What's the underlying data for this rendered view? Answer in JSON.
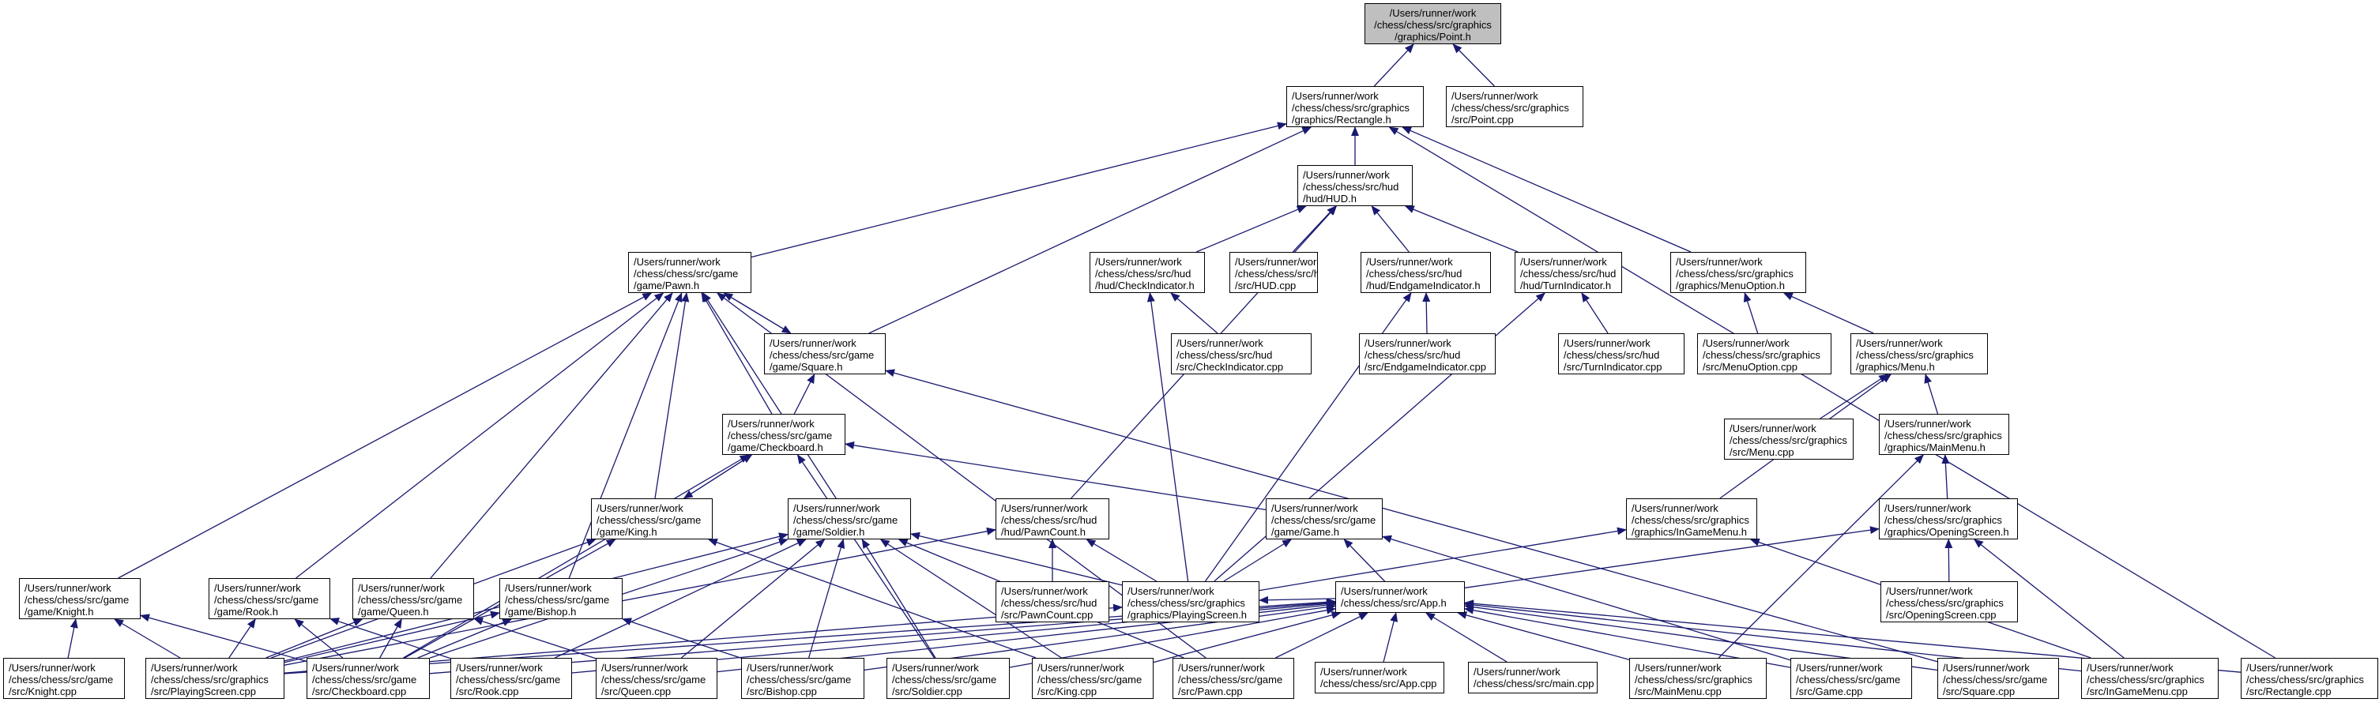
{
  "colors": {
    "edge": "#191970",
    "root_fill": "#bfbfbf",
    "node_border": "#000000"
  },
  "nodes": [
    {
      "id": "point_h",
      "lines": [
        "/Users/runner/work",
        "/chess/chess/src/graphics",
        "/graphics/Point.h"
      ],
      "root": true
    },
    {
      "id": "rect_h",
      "lines": [
        "/Users/runner/work",
        "/chess/chess/src/graphics",
        "/graphics/Rectangle.h"
      ]
    },
    {
      "id": "point_cpp",
      "lines": [
        "/Users/runner/work",
        "/chess/chess/src/graphics",
        "/src/Point.cpp"
      ]
    },
    {
      "id": "hud_h",
      "lines": [
        "/Users/runner/work",
        "/chess/chess/src/hud",
        "/hud/HUD.h"
      ]
    },
    {
      "id": "pawn_h",
      "lines": [
        "/Users/runner/work",
        "/chess/chess/src/game",
        "/game/Pawn.h"
      ]
    },
    {
      "id": "checkind_h",
      "lines": [
        "/Users/runner/work",
        "/chess/chess/src/hud",
        "/hud/CheckIndicator.h"
      ]
    },
    {
      "id": "hud_cpp",
      "lines": [
        "/Users/runner/work",
        "/chess/chess/src/hud",
        "/src/HUD.cpp"
      ]
    },
    {
      "id": "endgame_h",
      "lines": [
        "/Users/runner/work",
        "/chess/chess/src/hud",
        "/hud/EndgameIndicator.h"
      ]
    },
    {
      "id": "turnind_h",
      "lines": [
        "/Users/runner/work",
        "/chess/chess/src/hud",
        "/hud/TurnIndicator.h"
      ]
    },
    {
      "id": "menuopt_h",
      "lines": [
        "/Users/runner/work",
        "/chess/chess/src/graphics",
        "/graphics/MenuOption.h"
      ]
    },
    {
      "id": "square_h",
      "lines": [
        "/Users/runner/work",
        "/chess/chess/src/game",
        "/game/Square.h"
      ]
    },
    {
      "id": "checkind_cpp",
      "lines": [
        "/Users/runner/work",
        "/chess/chess/src/hud",
        "/src/CheckIndicator.cpp"
      ]
    },
    {
      "id": "endgame_cpp",
      "lines": [
        "/Users/runner/work",
        "/chess/chess/src/hud",
        "/src/EndgameIndicator.cpp"
      ]
    },
    {
      "id": "turnind_cpp",
      "lines": [
        "/Users/runner/work",
        "/chess/chess/src/hud",
        "/src/TurnIndicator.cpp"
      ]
    },
    {
      "id": "menuopt_cpp",
      "lines": [
        "/Users/runner/work",
        "/chess/chess/src/graphics",
        "/src/MenuOption.cpp"
      ]
    },
    {
      "id": "menu_h",
      "lines": [
        "/Users/runner/work",
        "/chess/chess/src/graphics",
        "/graphics/Menu.h"
      ]
    },
    {
      "id": "checkboard_h",
      "lines": [
        "/Users/runner/work",
        "/chess/chess/src/game",
        "/game/Checkboard.h"
      ]
    },
    {
      "id": "menu_cpp",
      "lines": [
        "/Users/runner/work",
        "/chess/chess/src/graphics",
        "/src/Menu.cpp"
      ]
    },
    {
      "id": "mainmenu_h",
      "lines": [
        "/Users/runner/work",
        "/chess/chess/src/graphics",
        "/graphics/MainMenu.h"
      ]
    },
    {
      "id": "king_h",
      "lines": [
        "/Users/runner/work",
        "/chess/chess/src/game",
        "/game/King.h"
      ]
    },
    {
      "id": "soldier_h",
      "lines": [
        "/Users/runner/work",
        "/chess/chess/src/game",
        "/game/Soldier.h"
      ]
    },
    {
      "id": "pawncount_h",
      "lines": [
        "/Users/runner/work",
        "/chess/chess/src/hud",
        "/hud/PawnCount.h"
      ]
    },
    {
      "id": "game_h",
      "lines": [
        "/Users/runner/work",
        "/chess/chess/src/game",
        "/game/Game.h"
      ]
    },
    {
      "id": "ingamemenu_h",
      "lines": [
        "/Users/runner/work",
        "/chess/chess/src/graphics",
        "/graphics/InGameMenu.h"
      ]
    },
    {
      "id": "openingscreen_h",
      "lines": [
        "/Users/runner/work",
        "/chess/chess/src/graphics",
        "/graphics/OpeningScreen.h"
      ]
    },
    {
      "id": "knight_h",
      "lines": [
        "/Users/runner/work",
        "/chess/chess/src/game",
        "/game/Knight.h"
      ]
    },
    {
      "id": "rook_h",
      "lines": [
        "/Users/runner/work",
        "/chess/chess/src/game",
        "/game/Rook.h"
      ]
    },
    {
      "id": "queen_h",
      "lines": [
        "/Users/runner/work",
        "/chess/chess/src/game",
        "/game/Queen.h"
      ]
    },
    {
      "id": "bishop_h",
      "lines": [
        "/Users/runner/work",
        "/chess/chess/src/game",
        "/game/Bishop.h"
      ]
    },
    {
      "id": "pawncount_cpp",
      "lines": [
        "/Users/runner/work",
        "/chess/chess/src/hud",
        "/src/PawnCount.cpp"
      ]
    },
    {
      "id": "playingscreen_h",
      "lines": [
        "/Users/runner/work",
        "/chess/chess/src/graphics",
        "/graphics/PlayingScreen.h"
      ]
    },
    {
      "id": "app_h",
      "lines": [
        "/Users/runner/work",
        "/chess/chess/src/App.h"
      ]
    },
    {
      "id": "openingscreen_cpp",
      "lines": [
        "/Users/runner/work",
        "/chess/chess/src/graphics",
        "/src/OpeningScreen.cpp"
      ]
    },
    {
      "id": "knight_cpp",
      "lines": [
        "/Users/runner/work",
        "/chess/chess/src/game",
        "/src/Knight.cpp"
      ]
    },
    {
      "id": "playingscreen_cpp",
      "lines": [
        "/Users/runner/work",
        "/chess/chess/src/graphics",
        "/src/PlayingScreen.cpp"
      ]
    },
    {
      "id": "checkboard_cpp",
      "lines": [
        "/Users/runner/work",
        "/chess/chess/src/game",
        "/src/Checkboard.cpp"
      ]
    },
    {
      "id": "rook_cpp",
      "lines": [
        "/Users/runner/work",
        "/chess/chess/src/game",
        "/src/Rook.cpp"
      ]
    },
    {
      "id": "queen_cpp",
      "lines": [
        "/Users/runner/work",
        "/chess/chess/src/game",
        "/src/Queen.cpp"
      ]
    },
    {
      "id": "bishop_cpp",
      "lines": [
        "/Users/runner/work",
        "/chess/chess/src/game",
        "/src/Bishop.cpp"
      ]
    },
    {
      "id": "soldier_cpp",
      "lines": [
        "/Users/runner/work",
        "/chess/chess/src/game",
        "/src/Soldier.cpp"
      ]
    },
    {
      "id": "king_cpp",
      "lines": [
        "/Users/runner/work",
        "/chess/chess/src/game",
        "/src/King.cpp"
      ]
    },
    {
      "id": "pawn_cpp",
      "lines": [
        "/Users/runner/work",
        "/chess/chess/src/game",
        "/src/Pawn.cpp"
      ]
    },
    {
      "id": "app_cpp",
      "lines": [
        "/Users/runner/work",
        "/chess/chess/src/App.cpp"
      ]
    },
    {
      "id": "main_cpp",
      "lines": [
        "/Users/runner/work",
        "/chess/chess/src/main.cpp"
      ]
    },
    {
      "id": "mainmenu_cpp",
      "lines": [
        "/Users/runner/work",
        "/chess/chess/src/graphics",
        "/src/MainMenu.cpp"
      ]
    },
    {
      "id": "game_cpp",
      "lines": [
        "/Users/runner/work",
        "/chess/chess/src/game",
        "/src/Game.cpp"
      ]
    },
    {
      "id": "square_cpp",
      "lines": [
        "/Users/runner/work",
        "/chess/chess/src/game",
        "/src/Square.cpp"
      ]
    },
    {
      "id": "ingamemenu_cpp",
      "lines": [
        "/Users/runner/work",
        "/chess/chess/src/graphics",
        "/src/InGameMenu.cpp"
      ]
    },
    {
      "id": "rect_cpp",
      "lines": [
        "/Users/runner/work",
        "/chess/chess/src/graphics",
        "/src/Rectangle.cpp"
      ]
    }
  ],
  "edges": [
    [
      "rect_h",
      "point_h"
    ],
    [
      "point_cpp",
      "point_h"
    ],
    [
      "hud_h",
      "rect_h"
    ],
    [
      "pawn_h",
      "rect_h"
    ],
    [
      "square_h",
      "rect_h"
    ],
    [
      "menuopt_h",
      "rect_h"
    ],
    [
      "rect_cpp",
      "rect_h"
    ],
    [
      "checkind_h",
      "hud_h"
    ],
    [
      "hud_cpp",
      "hud_h"
    ],
    [
      "endgame_h",
      "hud_h"
    ],
    [
      "turnind_h",
      "hud_h"
    ],
    [
      "pawncount_h",
      "hud_h"
    ],
    [
      "square_h",
      "pawn_h"
    ],
    [
      "pawn_h",
      "square_h"
    ],
    [
      "checkboard_h",
      "pawn_h"
    ],
    [
      "king_h",
      "pawn_h"
    ],
    [
      "soldier_h",
      "pawn_h"
    ],
    [
      "knight_h",
      "pawn_h"
    ],
    [
      "rook_h",
      "pawn_h"
    ],
    [
      "queen_h",
      "pawn_h"
    ],
    [
      "bishop_h",
      "pawn_h"
    ],
    [
      "pawn_cpp",
      "pawn_h"
    ],
    [
      "checkind_cpp",
      "checkind_h"
    ],
    [
      "playingscreen_h",
      "checkind_h"
    ],
    [
      "endgame_cpp",
      "endgame_h"
    ],
    [
      "playingscreen_h",
      "endgame_h"
    ],
    [
      "turnind_cpp",
      "turnind_h"
    ],
    [
      "playingscreen_h",
      "turnind_h"
    ],
    [
      "menuopt_cpp",
      "menuopt_h"
    ],
    [
      "menu_h",
      "menuopt_h"
    ],
    [
      "checkboard_h",
      "square_h"
    ],
    [
      "square_cpp",
      "square_h"
    ],
    [
      "menu_cpp",
      "menu_h"
    ],
    [
      "mainmenu_h",
      "menu_h"
    ],
    [
      "ingamemenu_h",
      "menu_h"
    ],
    [
      "king_h",
      "checkboard_h"
    ],
    [
      "checkboard_h",
      "king_h"
    ],
    [
      "game_h",
      "checkboard_h"
    ],
    [
      "checkboard_cpp",
      "checkboard_h"
    ],
    [
      "soldier_cpp",
      "checkboard_h"
    ],
    [
      "openingscreen_h",
      "mainmenu_h"
    ],
    [
      "mainmenu_cpp",
      "mainmenu_h"
    ],
    [
      "checkboard_cpp",
      "king_h"
    ],
    [
      "king_cpp",
      "king_h"
    ],
    [
      "playingscreen_cpp",
      "king_h"
    ],
    [
      "playingscreen_h",
      "soldier_h"
    ],
    [
      "playingscreen_cpp",
      "soldier_h"
    ],
    [
      "checkboard_cpp",
      "soldier_h"
    ],
    [
      "rook_cpp",
      "soldier_h"
    ],
    [
      "queen_cpp",
      "soldier_h"
    ],
    [
      "bishop_cpp",
      "soldier_h"
    ],
    [
      "soldier_cpp",
      "soldier_h"
    ],
    [
      "king_cpp",
      "soldier_h"
    ],
    [
      "pawn_cpp",
      "soldier_h"
    ],
    [
      "pawncount_cpp",
      "pawncount_h"
    ],
    [
      "playingscreen_h",
      "pawncount_h"
    ],
    [
      "playingscreen_cpp",
      "pawncount_h"
    ],
    [
      "playingscreen_h",
      "game_h"
    ],
    [
      "app_h",
      "game_h"
    ],
    [
      "game_cpp",
      "game_h"
    ],
    [
      "playingscreen_h",
      "ingamemenu_h"
    ],
    [
      "ingamemenu_cpp",
      "ingamemenu_h"
    ],
    [
      "app_h",
      "openingscreen_h"
    ],
    [
      "openingscreen_cpp",
      "openingscreen_h"
    ],
    [
      "ingamemenu_cpp",
      "openingscreen_h"
    ],
    [
      "knight_cpp",
      "knight_h"
    ],
    [
      "playingscreen_cpp",
      "knight_h"
    ],
    [
      "checkboard_cpp",
      "knight_h"
    ],
    [
      "rook_cpp",
      "rook_h"
    ],
    [
      "playingscreen_cpp",
      "rook_h"
    ],
    [
      "checkboard_cpp",
      "rook_h"
    ],
    [
      "queen_cpp",
      "queen_h"
    ],
    [
      "playingscreen_cpp",
      "queen_h"
    ],
    [
      "checkboard_cpp",
      "queen_h"
    ],
    [
      "bishop_cpp",
      "bishop_h"
    ],
    [
      "playingscreen_cpp",
      "bishop_h"
    ],
    [
      "checkboard_cpp",
      "bishop_h"
    ],
    [
      "app_h",
      "playingscreen_h"
    ],
    [
      "playingscreen_cpp",
      "playingscreen_h"
    ],
    [
      "playingscreen_cpp",
      "app_h"
    ],
    [
      "checkboard_cpp",
      "app_h"
    ],
    [
      "rook_cpp",
      "app_h"
    ],
    [
      "queen_cpp",
      "app_h"
    ],
    [
      "bishop_cpp",
      "app_h"
    ],
    [
      "soldier_cpp",
      "app_h"
    ],
    [
      "king_cpp",
      "app_h"
    ],
    [
      "pawn_cpp",
      "app_h"
    ],
    [
      "app_cpp",
      "app_h"
    ],
    [
      "main_cpp",
      "app_h"
    ],
    [
      "mainmenu_cpp",
      "app_h"
    ],
    [
      "game_cpp",
      "app_h"
    ],
    [
      "square_cpp",
      "app_h"
    ],
    [
      "ingamemenu_cpp",
      "app_h"
    ],
    [
      "rect_cpp",
      "app_h"
    ]
  ]
}
